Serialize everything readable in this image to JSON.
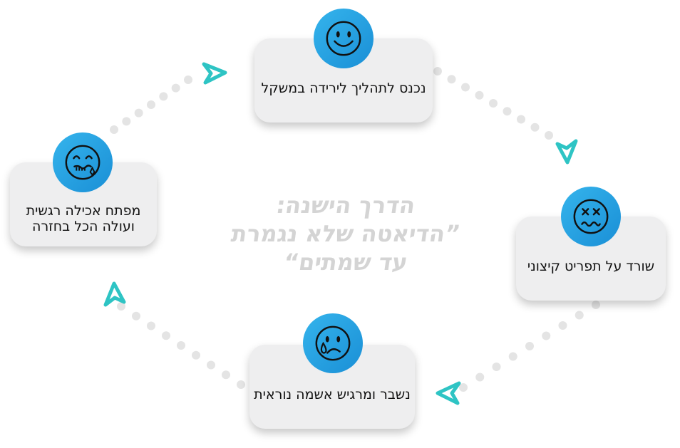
{
  "center_title": {
    "line1": "הדרך הישנה:",
    "line2": "”הדיאטה שלא נגמרת",
    "line3": "עד שמתים“"
  },
  "steps": [
    {
      "text": "נכנס לתהליך לירידה במשקל",
      "icon": "smile-icon"
    },
    {
      "text": "שורד על תפריט קיצוני",
      "icon": "dizzy-face-icon"
    },
    {
      "text": "נשבר ומרגיש אשמה נוראית",
      "icon": "crying-face-icon"
    },
    {
      "text_line1": "מפתח אכילה רגשית",
      "text_line2": "ועולה הכל בחזרה",
      "icon": "drooling-face-icon"
    }
  ],
  "colors": {
    "accent": "#2aa3e3",
    "arrow": "#2ec4c4",
    "dots": "#e4e4e4",
    "card": "#eeeeef",
    "watermark_text": "#d4d4d4"
  }
}
